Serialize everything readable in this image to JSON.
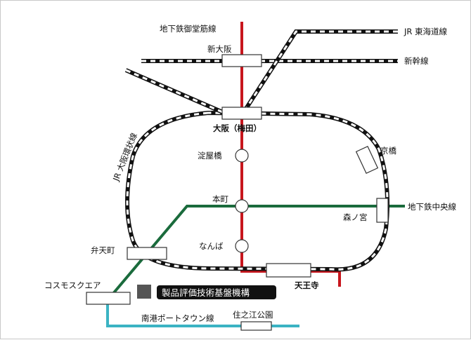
{
  "lines": {
    "midosuji": {
      "name": "地下鉄御堂筋線",
      "color": "#c8161d"
    },
    "chuo": {
      "name": "地下鉄中央線",
      "color": "#1a6b3c"
    },
    "nanko": {
      "name": "南港ポートタウン線",
      "color": "#3bb3c3"
    },
    "tokaido": {
      "name": "JR 東海道線"
    },
    "shinkansen": {
      "name": "新幹線"
    },
    "loop": {
      "name": "JR 大阪環状線"
    }
  },
  "stations": {
    "shin_osaka": "新大阪",
    "osaka": "大阪（梅田）",
    "yodoyabashi": "淀屋橋",
    "hommachi": "本町",
    "namba": "なんば",
    "tennoji": "天王寺",
    "kyobashi": "京橋",
    "morinomiya": "森ノ宮",
    "bentencho": "弁天町",
    "cosmo_square": "コスモスクエア",
    "suminoe_koen": "住之江公園"
  },
  "landmark": {
    "label": "製品評価技術基盤機構",
    "color": "#555555"
  },
  "colors": {
    "rail": "#111111",
    "rail_dash": "#ffffff"
  }
}
